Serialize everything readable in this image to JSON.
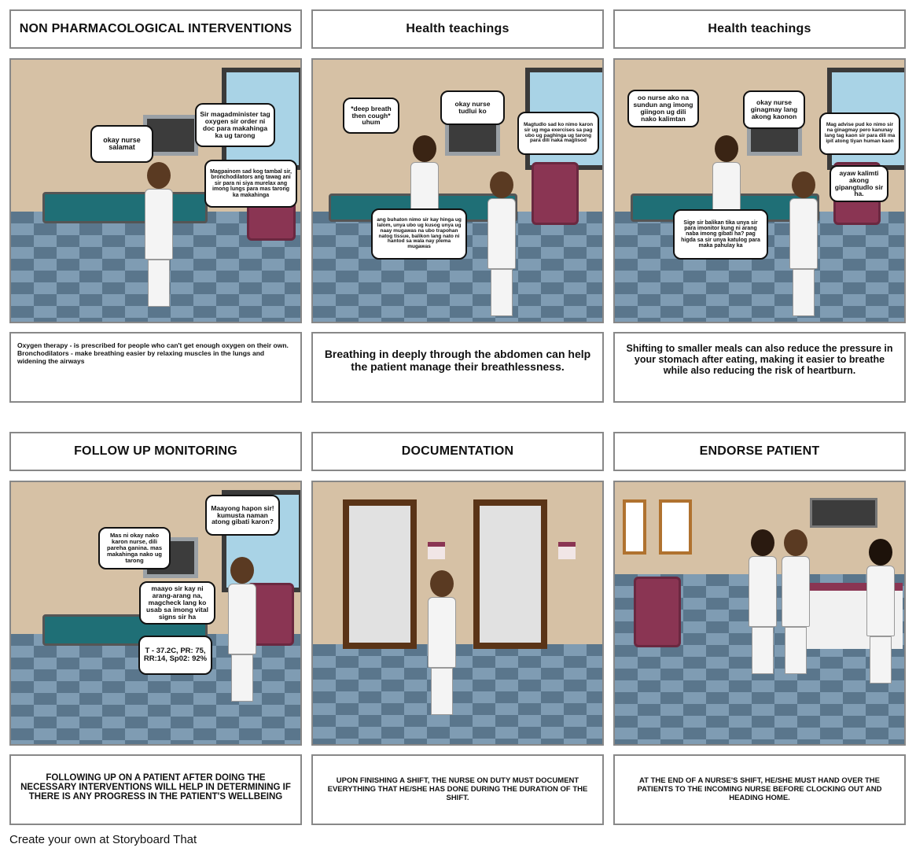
{
  "panels": [
    {
      "title": "NON PHARMACOLOGICAL INTERVENTIONS",
      "bubbles": [
        "okay nurse salamat",
        "Sir magadminister tag oxygen sir order ni doc para makahinga ka ug tarong",
        "Magpainom sad kog tambal sir, bronchodilators ang tawag ani sir para ni siya murelax ang imong lungs para mas tarong ka makahinga"
      ],
      "caption": "Oxygen therapy - is prescribed for people who can't get enough oxygen on their own. Bronchodilators - make breathing easier by relaxing muscles in the lungs and widening the airways"
    },
    {
      "title": "Health teachings",
      "bubbles": [
        "*deep breath then cough* uhum",
        "okay nurse tudlui ko",
        "Magtudlo sad ko nimo karon sir ug mga exercises sa pag ubo ug paghinga ug tarong para dili naka maglisod",
        "ang buhaton nimo sir kay hinga ug lalom, unya ubo ug kusog unya ug naay mugawas na ubo trapohan natog tissue, balikon lang nato ni hantod sa wala nay plema mugawas"
      ],
      "caption": "Breathing in deeply through the abdomen can help the patient manage their breathlessness."
    },
    {
      "title": "Health teachings",
      "bubbles": [
        "oo nurse ako na sundun ang imong giingon ug dili nako kalimtan",
        "okay nurse ginagmay lang akong kaonon",
        "Mag advise pud ko nimo sir na ginagmay pero kanunay lang tag kaon sir para dili ma ipit atong tiyan human kaon",
        "ayaw kalimti akong gipangtudlo sir ha.",
        "Sige sir balikan tika unya sir para imonitor kung ni arang naba imong gibati ha? pag higda sa sir unya katulog para maka pahulay ka"
      ],
      "caption": "Shifting to smaller meals can also reduce the pressure in your stomach after eating, making it easier to breathe while also reducing the risk of heartburn."
    },
    {
      "title": "FOLLOW UP MONITORING",
      "bubbles": [
        "Maayong hapon sir! kumusta naman atong gibati karon?",
        "Mas ni okay nako karon nurse, dili pareha ganina. mas makahinga nako ug tarong",
        "maayo sir kay ni arang-arang na, magcheck lang ko usab sa imong vital signs sir ha",
        "T - 37.2C, PR: 75, RR:14, Sp02: 92%"
      ],
      "caption": "FOLLOWING UP ON A PATIENT AFTER DOING THE NECESSARY INTERVENTIONS WILL HELP IN DETERMINING IF THERE IS ANY PROGRESS IN THE PATIENT'S WELLBEING"
    },
    {
      "title": "DOCUMENTATION",
      "caption": "UPON FINISHING A SHIFT, THE NURSE ON DUTY MUST DOCUMENT EVERYTHING THAT HE/SHE HAS DONE DURING THE DURATION OF THE SHIFT."
    },
    {
      "title": "ENDORSE PATIENT",
      "caption": "AT THE END OF A NURSE'S SHIFT, HE/SHE MUST HAND OVER THE PATIENTS TO THE INCOMING NURSE BEFORE CLOCKING OUT AND HEADING HOME."
    }
  ],
  "footer": "Create your own at Storyboard That"
}
